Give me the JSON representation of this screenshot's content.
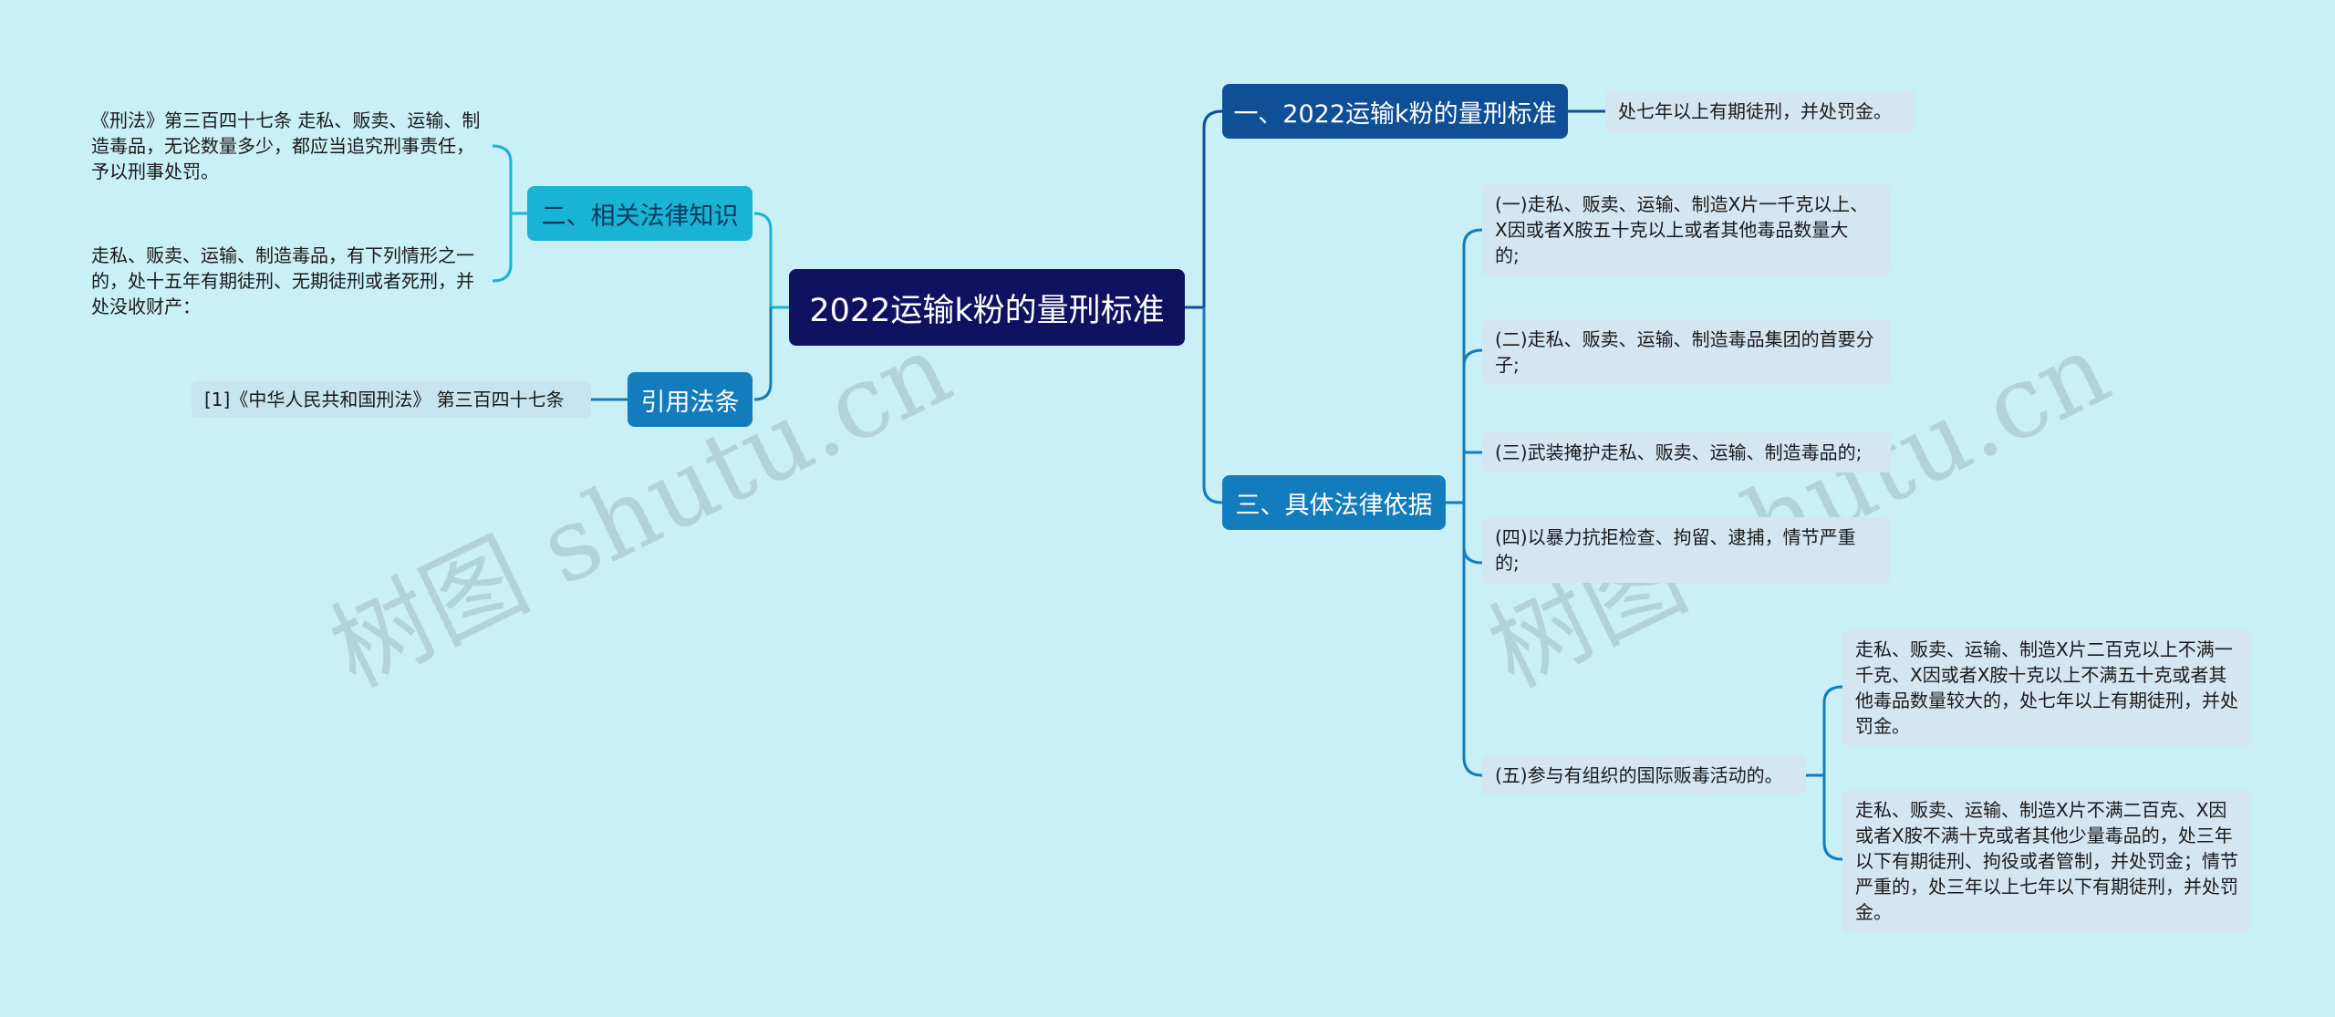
{
  "root": {
    "title": "2022运输k粉的量刑标准"
  },
  "branches": {
    "b1": {
      "label": "一、2022运输k粉的量刑标准",
      "leaf": "处七年以上有期徒刑，并处罚金。"
    },
    "b2": {
      "label": "二、相关法律知识",
      "leaves": [
        "《刑法》第三百四十七条 走私、贩卖、运输、制造毒品，无论数量多少，都应当追究刑事责任，予以刑事处罚。",
        "走私、贩卖、运输、制造毒品，有下列情形之一的，处十五年有期徒刑、无期徒刑或者死刑，并处没收财产："
      ]
    },
    "b3": {
      "label": "三、具体法律依据",
      "items": [
        "(一)走私、贩卖、运输、制造X片一千克以上、X因或者X胺五十克以上或者其他毒品数量大 的;",
        "(二)走私、贩卖、运输、制造毒品集团的首要分子;",
        "(三)武装掩护走私、贩卖、运输、制造毒品的;",
        "(四)以暴力抗拒检查、拘留、逮捕，情节严重的;",
        "(五)参与有组织的国际贩毒活动的。"
      ],
      "sub_items": [
        "走私、贩卖、运输、制造X片二百克以上不满一千克、X因或者X胺十克以上不满五十克或者其他毒品数量较大的，处七年以上有期徒刑，并处罚金。",
        "走私、贩卖、运输、制造X片不满二百克、X因或者X胺不满十克或者其他少量毒品的，处三年以下有期徒刑、拘役或者管制，并处罚金；情节严重的，处三年以上七年以下有期徒刑，并处罚金。"
      ]
    },
    "b4": {
      "label": "引用法条",
      "leaf": "[1]《中华人民共和国刑法》 第三百四十七条"
    }
  },
  "watermarks": [
    "树图 shutu.cn",
    "树图 shutu.cn"
  ],
  "colors": {
    "background": "#c9eff7",
    "root": "#0f1161",
    "branch_dark": "#0e4f96",
    "branch_mid": "#127cbd",
    "branch_cyan": "#19b3d6",
    "leaf": "#d4e6f2",
    "link_dark": "#0e4f96",
    "link_mid": "#127cbd",
    "link_cyan": "#19b3d6"
  }
}
